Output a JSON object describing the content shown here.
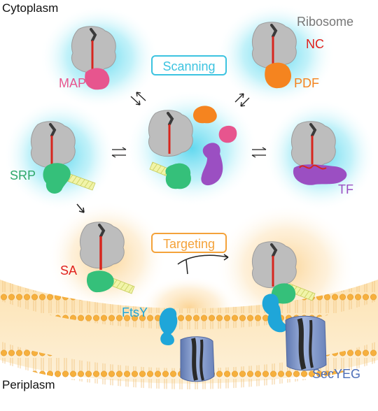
{
  "labels": {
    "cytoplasm": "Cytoplasm",
    "periplasm": "Periplasm",
    "ribosome": "Ribosome",
    "nc": "NC",
    "map": "MAP",
    "pdf": "PDF",
    "srp": "SRP",
    "tf": "TF",
    "sa": "SA",
    "ftsy": "FtsY",
    "secyeg": "SecYEG",
    "scanning": "Scanning",
    "targeting": "Targeting"
  },
  "colors": {
    "scanning_glow": "#7fe3f3",
    "targeting_glow": "#fbd99a",
    "scanning_box": "#3cc3e0",
    "targeting_box": "#f4a23a",
    "ribosome": "#bdbdbd",
    "nascent_chain": "#d7261e",
    "map": "#e7558e",
    "pdf": "#f5841f",
    "srp": "#35c07a",
    "tf": "#9b4fc2",
    "ftsy": "#1fa6d9",
    "secyeg": "#7e95c7",
    "membrane": "#f7b74a"
  },
  "icons": [
    "ribosome-icon",
    "equilibrium-arrows-icon",
    "arrow-icon",
    "branch-arrow-icon",
    "membrane-icon",
    "translocon-icon"
  ]
}
